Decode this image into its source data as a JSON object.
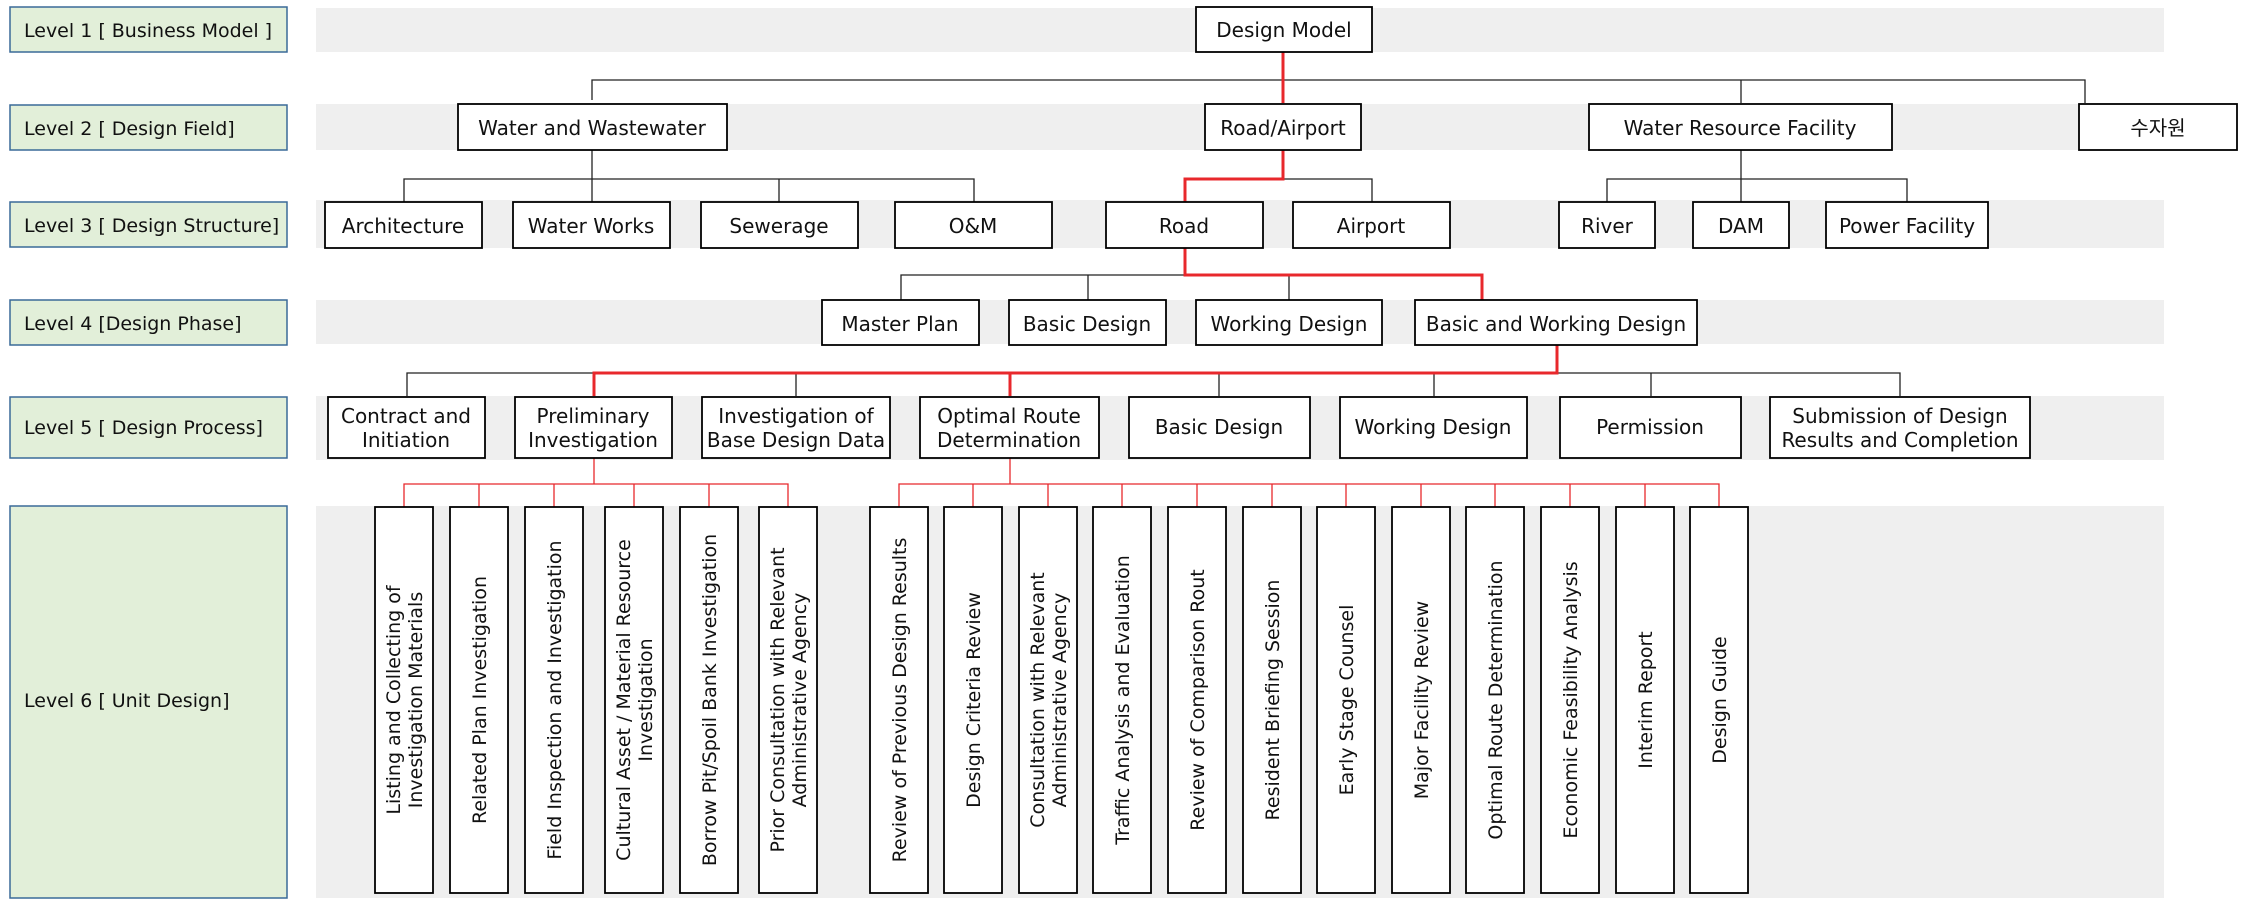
{
  "levels": [
    {
      "label": "Level 1 [ Business Model ]"
    },
    {
      "label": "Level 2 [ Design Field]"
    },
    {
      "label": "Level 3 [ Design Structure]"
    },
    {
      "label": "Level 4 [Design Phase]"
    },
    {
      "label": "Level 5 [ Design Process]"
    },
    {
      "label": "Level 6 [ Unit Design]"
    }
  ],
  "level1": {
    "root": "Design Model"
  },
  "level2": {
    "water_wastewater": "Water and Wastewater",
    "road_airport": "Road/Airport",
    "water_resource": "Water Resource Facility",
    "korean": "수자원"
  },
  "level3": {
    "architecture": "Architecture",
    "water_works": "Water Works",
    "sewerage": "Sewerage",
    "om": "O&M",
    "road": "Road",
    "airport": "Airport",
    "river": "River",
    "dam": "DAM",
    "power_facility": "Power Facility"
  },
  "level4": {
    "master_plan": "Master Plan",
    "basic_design": "Basic Design",
    "working_design": "Working Design",
    "basic_working": "Basic and Working Design"
  },
  "level5": {
    "contract": [
      "Contract and",
      "Initiation"
    ],
    "preliminary": [
      "Preliminary",
      "Investigation"
    ],
    "base_data": [
      "Investigation of",
      "Base Design Data"
    ],
    "optimal_route": [
      "Optimal Route",
      "Determination"
    ],
    "basic_design": "Basic Design",
    "working_design": "Working Design",
    "permission": "Permission",
    "submission": [
      "Submission of Design",
      "Results and Completion"
    ]
  },
  "level6": {
    "preliminary_children": [
      [
        "Listing and Collecting of",
        "Investigation Materials"
      ],
      [
        "Related Plan Investigation"
      ],
      [
        "Field Inspection and Investigation"
      ],
      [
        "Cultural Asset / Material Resource",
        "Investigation"
      ],
      [
        "Borrow Pit/Spoil Bank Investigation"
      ],
      [
        "Prior Consultation with Relevant",
        "Administrative Agency"
      ]
    ],
    "route_children": [
      [
        "Review of Previous Design Results"
      ],
      [
        "Design Criteria Review"
      ],
      [
        "Consultation with Relevant",
        "Administrative Agency"
      ],
      [
        "Traffic Analysis and Evaluation"
      ],
      [
        "Review of Comparison Rout"
      ],
      [
        "Resident Briefing Session"
      ],
      [
        "Early Stage Counsel"
      ],
      [
        "Major Facility Review"
      ],
      [
        "Optimal Route Determination"
      ],
      [
        "Economic Feasibility Analysis"
      ],
      [
        "Interim Report"
      ],
      [
        "Design Guide"
      ]
    ]
  }
}
